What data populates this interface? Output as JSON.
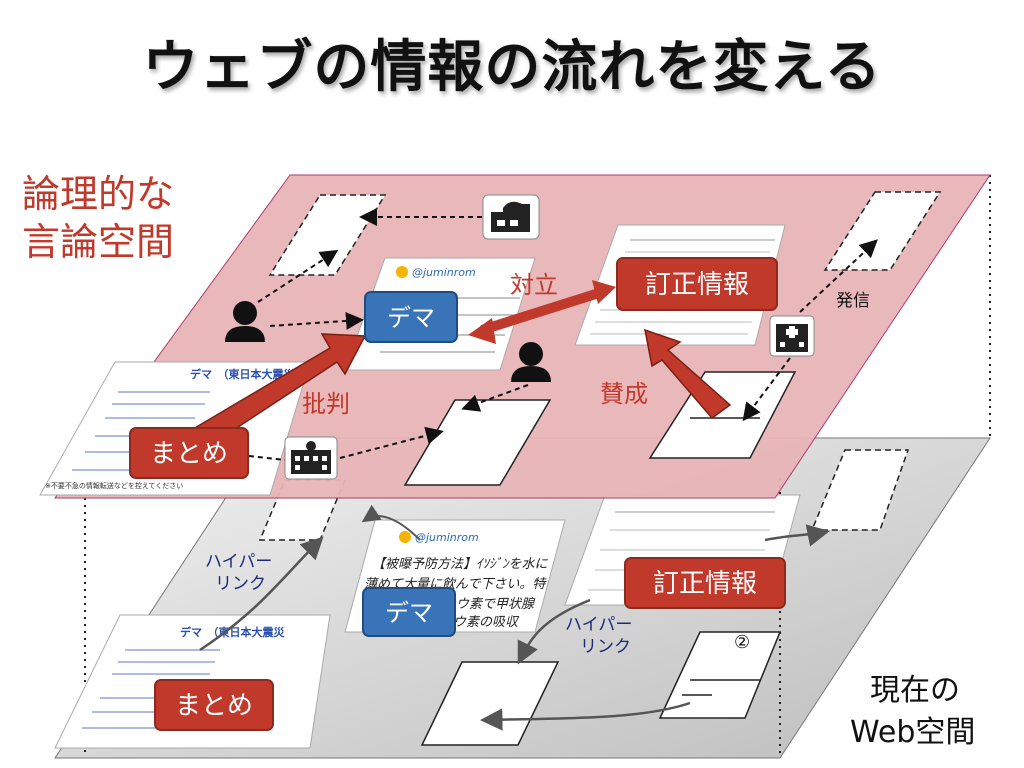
{
  "title": "ウェブの情報の流れを変える",
  "upper_layer": {
    "label_line1": "論理的な",
    "label_line2": "言論空間",
    "dema": "デマ",
    "teisei": "訂正情報",
    "matome": "まとめ",
    "tairitsu": "対立",
    "hihan": "批判",
    "sansei": "賛成",
    "hasshin": "発信",
    "tweet_handle": "@juminrom",
    "doc_title": "デマ　（東日本大震災",
    "notice_line": "※不要不急の情報転送などを控えてください"
  },
  "lower_layer": {
    "label_line1": "現在の",
    "label_line2": "Web空間",
    "dema": "デマ",
    "teisei": "訂正情報",
    "matome": "まとめ",
    "hyperlink_line1": "ハイパー",
    "hyperlink_line2": "リンク",
    "hyperlink2_line1": "ハイパー",
    "hyperlink2_line2": "リンク",
    "circled_number": "②",
    "tweet_handle": "@juminrom",
    "tweet_line1": "【被曝予防方法】ｲｿｼﾞﾝを水に",
    "tweet_line2": "薄めて大量に飲んで下さい。特",
    "tweet_line3": "にヨウ素で甲状腺",
    "tweet_line4": "ヨウ素の吸収",
    "doc_title": "デマ　（東日本大震災"
  },
  "colors": {
    "upper_plane": "#e8b5b8",
    "lower_plane": "#dcdcdc",
    "red_box": "#c0392b",
    "blue_box": "#3a74b8",
    "red_arrow": "#c0392b",
    "label_red": "#c0392b"
  },
  "icons": [
    "factory-icon",
    "person-icon",
    "hospital-icon",
    "school-icon"
  ]
}
